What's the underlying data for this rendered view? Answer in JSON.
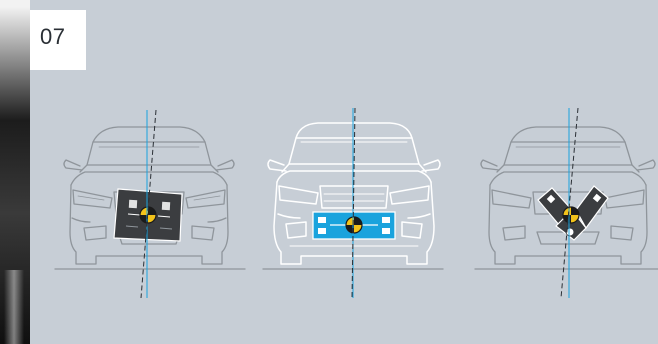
{
  "figure": {
    "number_label": "07"
  },
  "colors": {
    "background": "#c7ced6",
    "outline_gray": "#8f959b",
    "outline_highlight": "#ffffff",
    "accent_blue": "#1aa3dd",
    "engine_dark": "#3b3d40",
    "crash_target_yellow": "#f2c21a"
  },
  "cars": [
    {
      "name": "car-left",
      "style": "outline",
      "engine": "offset-block"
    },
    {
      "name": "car-center",
      "style": "highlight",
      "engine": "blue-centered-block"
    },
    {
      "name": "car-right",
      "style": "outline",
      "engine": "v-engine"
    }
  ],
  "icons": [
    "crash-test-target-icon"
  ]
}
